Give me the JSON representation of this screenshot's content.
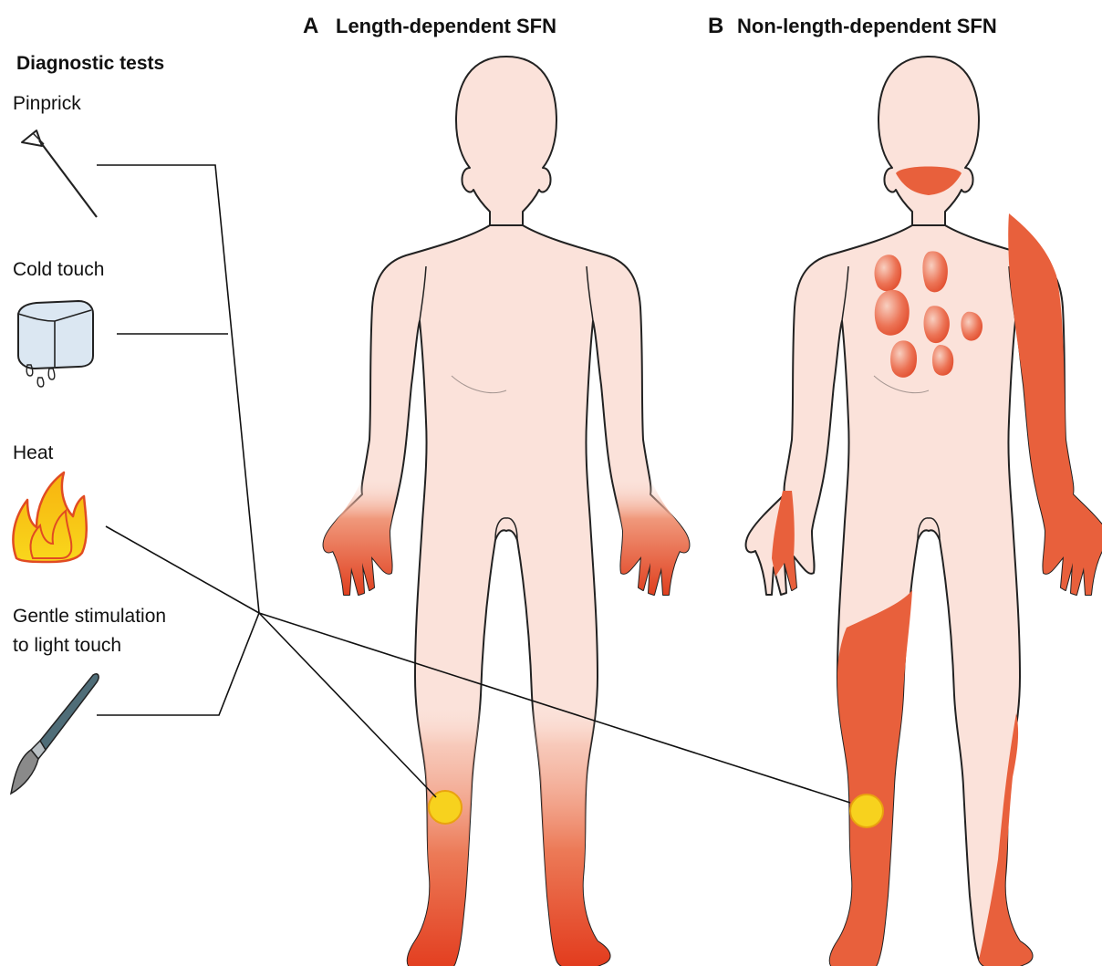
{
  "panels": {
    "a": {
      "letter": "A",
      "title": "Length-dependent SFN"
    },
    "b": {
      "letter": "B",
      "title": "Non-length-dependent SFN"
    }
  },
  "sidebar": {
    "heading": "Diagnostic tests",
    "tests": [
      {
        "label": "Pinprick",
        "icon": "pin-icon"
      },
      {
        "label": "Cold touch",
        "icon": "ice-cube-icon"
      },
      {
        "label": "Heat",
        "icon": "flame-icon"
      },
      {
        "label_line1": "Gentle stimulation",
        "label_line2": "to light touch",
        "icon": "brush-icon"
      }
    ]
  },
  "colors": {
    "skin": "#fbe2da",
    "affected": "#e8603c",
    "affected_dark": "#d83a1e",
    "test_site": "#f7d21e",
    "outline": "#222222"
  }
}
